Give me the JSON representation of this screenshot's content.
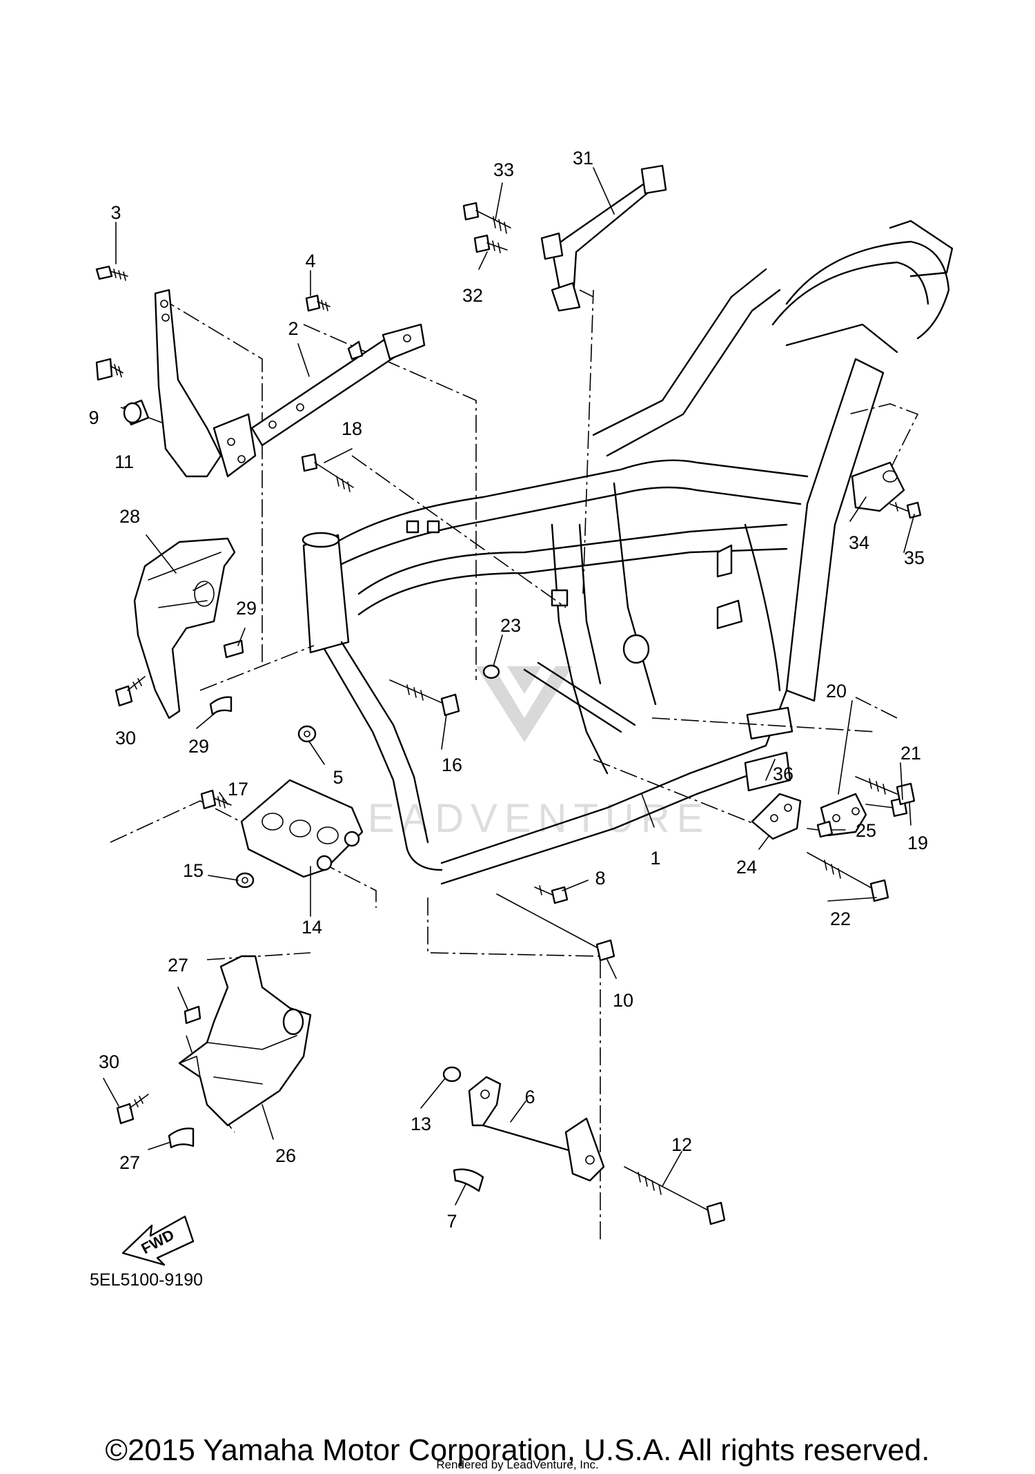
{
  "diagram_part_number": "5EL5100-9190",
  "fwd_label": "FWD",
  "watermark": "LEADVENTURE",
  "copyright": "©2015 Yamaha Motor Corporation, U.S.A. All rights reserved.",
  "rendered_by": "Rendered by LeadVenture, Inc.",
  "callouts": {
    "c1": "1",
    "c2": "2",
    "c3": "3",
    "c4": "4",
    "c5": "5",
    "c6": "6",
    "c7": "7",
    "c8": "8",
    "c9": "9",
    "c10": "10",
    "c11": "11",
    "c12": "12",
    "c13": "13",
    "c14": "14",
    "c15": "15",
    "c16": "16",
    "c17": "17",
    "c18": "18",
    "c19": "19",
    "c20": "20",
    "c21": "21",
    "c22": "22",
    "c23": "23",
    "c24": "24",
    "c25": "25",
    "c26": "26",
    "c27a": "27",
    "c27b": "27",
    "c28": "28",
    "c29a": "29",
    "c29b": "29",
    "c30a": "30",
    "c30b": "30",
    "c31": "31",
    "c32": "32",
    "c33": "33",
    "c34": "34",
    "c35": "35",
    "c36": "36"
  }
}
